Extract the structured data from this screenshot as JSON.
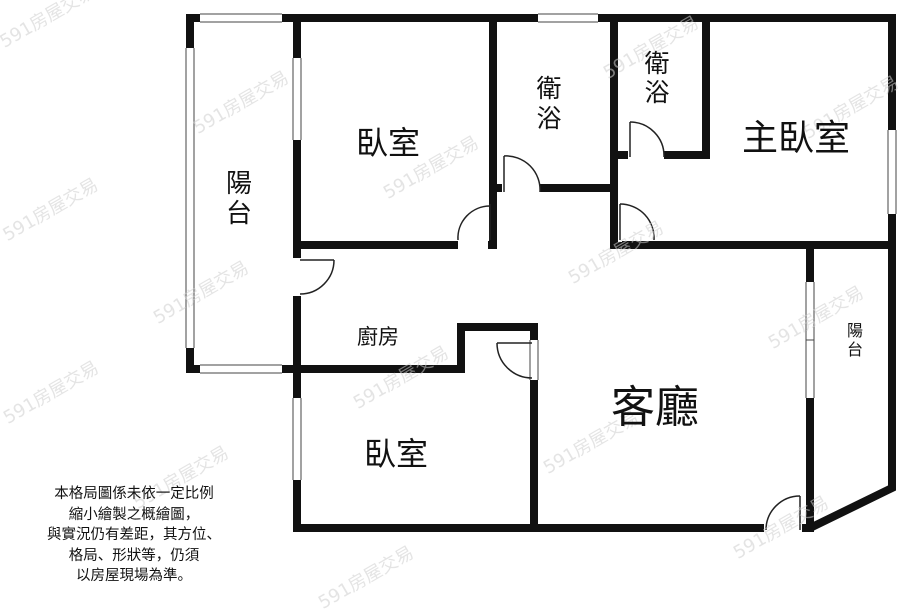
{
  "rooms": {
    "balcony_west": "陽台",
    "bedroom_top": "臥室",
    "bathroom_center": "衛浴",
    "bathroom_master": "衛浴",
    "master_bedroom": "主臥室",
    "kitchen": "廚房",
    "living_room": "客廳",
    "bedroom_bottom": "臥室",
    "balcony_east": "陽台"
  },
  "disclaimer": [
    "本格局圖係未依一定比例",
    "縮小繪製之概繪圖，",
    "與實況仍有差距，其方位、",
    "格局、形狀等，仍須",
    "以房屋現場為準。"
  ],
  "watermark": "591房屋交易",
  "colors": {
    "wall": "#111111",
    "window": "#ffffff",
    "door": "#222222",
    "watermark": "#cfcfcf"
  }
}
